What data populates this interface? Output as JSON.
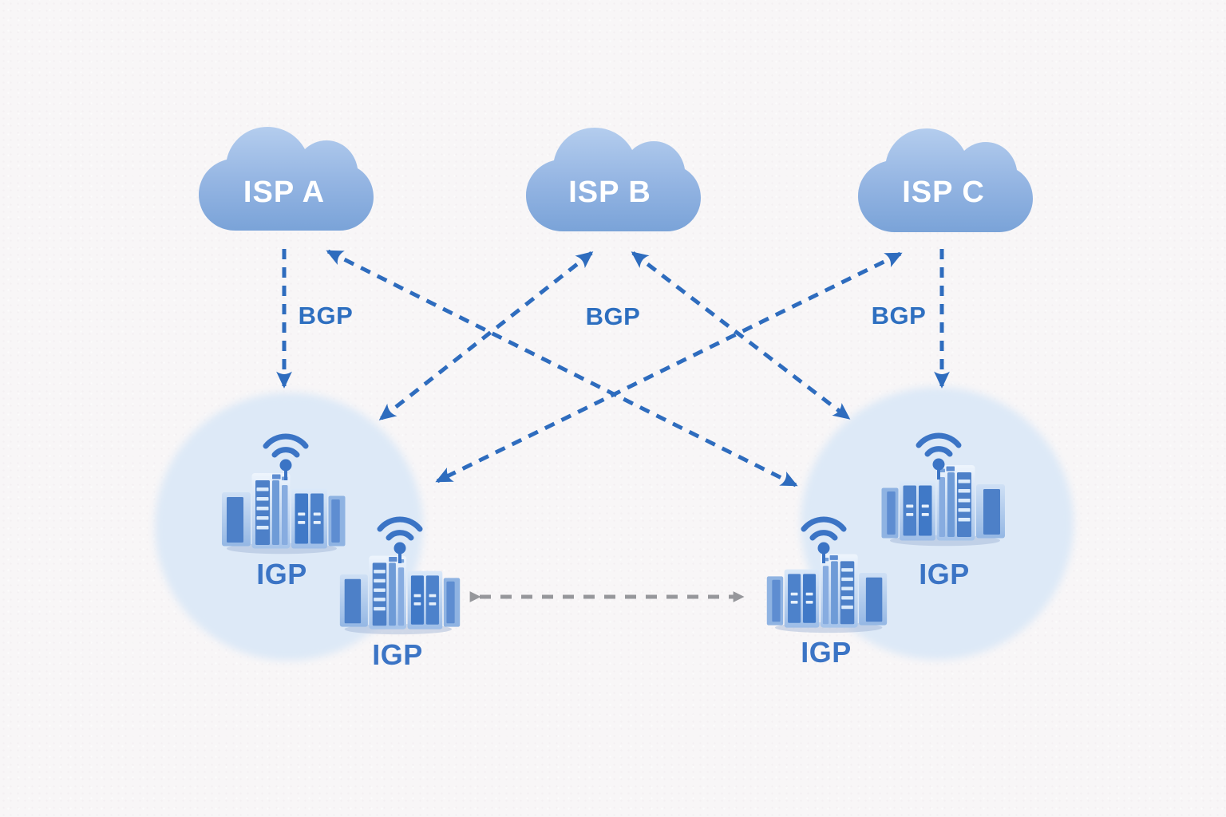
{
  "clouds": [
    {
      "label": "ISP A"
    },
    {
      "label": "ISP B"
    },
    {
      "label": "ISP C"
    }
  ],
  "protocol_labels": {
    "bgp": [
      "BGP",
      "BGP",
      "BGP"
    ],
    "igp": [
      "IGP",
      "IGP",
      "IGP",
      "IGP"
    ]
  },
  "colors": {
    "background": "#f8f6f7",
    "cloud_top": "#aac4ea",
    "cloud_bottom": "#7fa6da",
    "arrow_blue": "#2e6cbe",
    "bgp_text": "#2e6fc0",
    "igp_text": "#3b74c5",
    "as_circle_fill": "#dde9f7",
    "igp_link_gray": "#96979b",
    "server_dark_blue": "#4d80c8",
    "server_light_blue": "#bdd4f0",
    "wifi_blue": "#3b74c5",
    "cloud_text": "#ffffff"
  }
}
